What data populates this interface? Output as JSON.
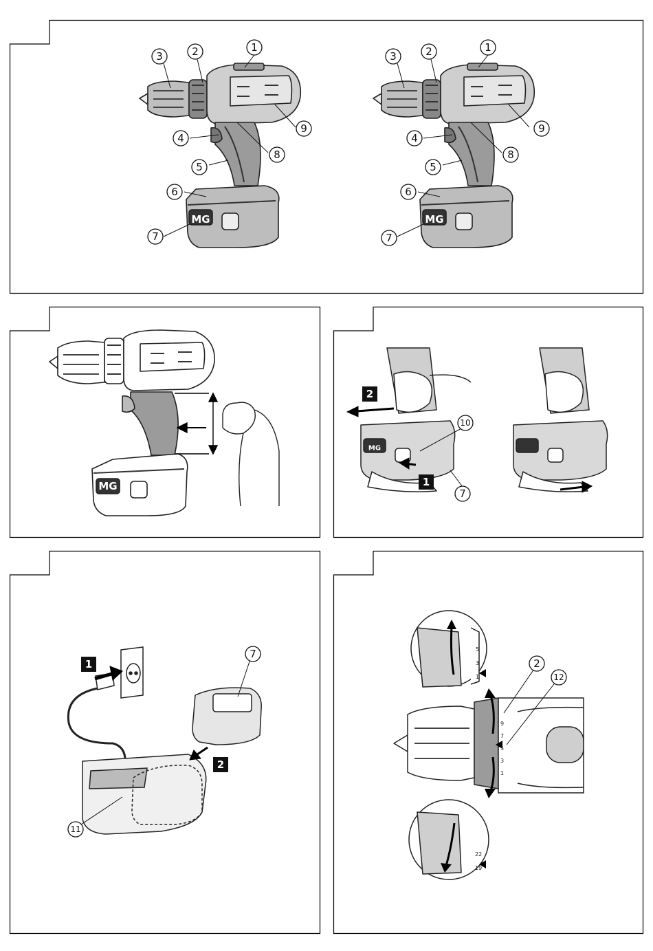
{
  "figure1": {
    "left_callouts": [
      "1",
      "2",
      "3",
      "4",
      "5",
      "6",
      "7",
      "8",
      "9"
    ],
    "right_callouts": [
      "1",
      "2",
      "3",
      "4",
      "5",
      "6",
      "7",
      "8",
      "9"
    ],
    "badge": "MG"
  },
  "figure2": {
    "badge": "MG"
  },
  "figure3": {
    "callouts": [
      "10",
      "7"
    ],
    "steps": [
      "2",
      "1"
    ],
    "badge": "MG"
  },
  "figure4": {
    "callouts": [
      "7",
      "11"
    ],
    "steps": [
      "1",
      "2"
    ]
  },
  "figure5": {
    "callouts": [
      "2",
      "12"
    ],
    "top_scale": [
      "1",
      "3",
      "5"
    ],
    "main_scale": [
      "1",
      "3",
      "5",
      "7",
      "9"
    ],
    "bottom_scale": [
      "19",
      "22"
    ]
  }
}
